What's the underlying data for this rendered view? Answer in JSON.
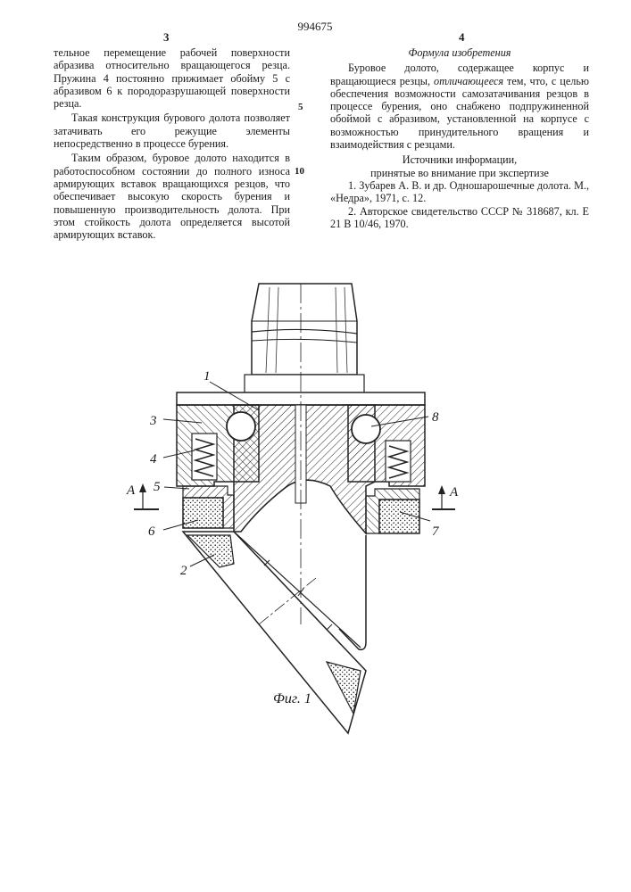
{
  "header": {
    "patent_number": "994675",
    "left_column_number": "3",
    "right_column_number": "4"
  },
  "left_column": {
    "paragraphs": [
      "тельное перемещение рабочей поверхности абразива относительно вращающегося резца. Пружина 4 постоянно прижимает обойму 5 с абразивом 6 к породоразрушающей поверхности резца.",
      "Такая конструкция бурового долота позволяет затачивать его режущие элементы непосредственно в процессе бурения.",
      "Таким образом, буровое долото находится в работоспособном состоянии до полного износа армирующих вставок вращающихся резцов, что обеспечивает высокую скорость бурения и повышенную производительность долота. При этом стойкость долота определяется высотой армирующих вставок."
    ]
  },
  "right_column": {
    "heading": "Формула изобретения",
    "claim_prefix": "Буровое долото, содержащее корпус и вращающиеся резцы,",
    "claim_emph": "отличающееся",
    "claim_suffix": "тем, что, с целью обеспечения возможности самозатачивания резцов в процессе бурения, оно снабжено подпружиненной обоймой с абразивом, установленной на корпусе с возможностью принудительного вращения и взаимодействия с резцами.",
    "sources_heading_1": "Источники информации,",
    "sources_heading_2": "принятые во внимание при экспертизе",
    "ref_1": "1. Зубарев А. В. и др. Одношарошечные долота. М., «Недра», 1971, с. 12.",
    "ref_2": "2. Авторское свидетельство СССР № 318687, кл. Е 21 В 10/46, 1970."
  },
  "line_numbers": [
    "5",
    "10"
  ],
  "figure": {
    "caption": "Фиг. 1",
    "labels": {
      "l1": "1",
      "l2": "2",
      "l3": "3",
      "l4": "4",
      "l5": "5",
      "l6": "6",
      "l7": "7",
      "l8": "8",
      "sectionA_left": "А",
      "sectionA_right": "А"
    }
  }
}
